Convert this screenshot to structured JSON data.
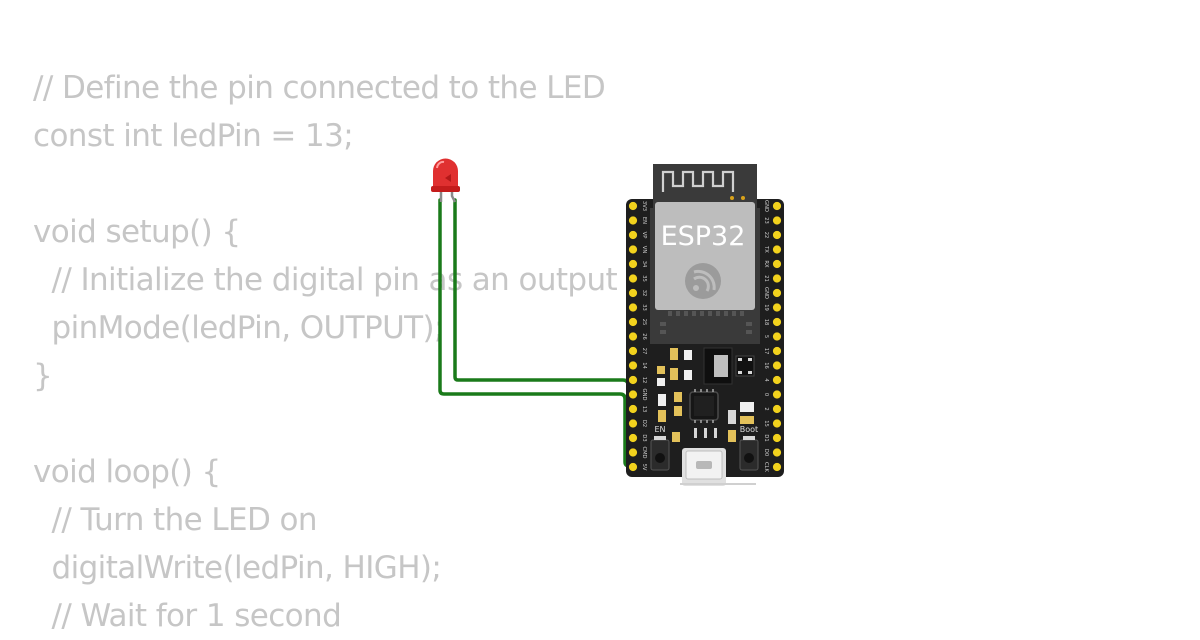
{
  "code": {
    "lines": [
      "// Define the pin connected to the LED",
      "const int ledPin = 13;",
      "",
      "void setup() {",
      "  // Initialize the digital pin as an output",
      "  pinMode(ledPin, OUTPUT);",
      "}",
      "",
      "void loop() {",
      "  // Turn the LED on",
      "  digitalWrite(ledPin, HIGH);",
      "  // Wait for 1 second"
    ]
  },
  "board": {
    "chip_label": "ESP32",
    "en_label": "EN",
    "boot_label": "Boot",
    "left_pins": [
      "3V3",
      "EN",
      "VP",
      "VN",
      "34",
      "35",
      "32",
      "33",
      "25",
      "26",
      "27",
      "14",
      "12",
      "GND",
      "13",
      "D2",
      "D3",
      "CMD",
      "5V"
    ],
    "right_pins": [
      "GND",
      "23",
      "22",
      "TX",
      "RX",
      "21",
      "GND",
      "19",
      "18",
      "5",
      "17",
      "16",
      "4",
      "0",
      "2",
      "15",
      "D1",
      "D0",
      "CLK"
    ]
  },
  "colors": {
    "code_text": "#c6c6c6",
    "wire": "#1a7a1a",
    "led": "#e03030",
    "pcb": "#1e1e1e",
    "pin_pad": "#f2d21d"
  },
  "icons": {
    "led": "led-icon",
    "espressif_logo": "espressif-logo-icon",
    "usb_connector": "micro-usb-icon"
  }
}
